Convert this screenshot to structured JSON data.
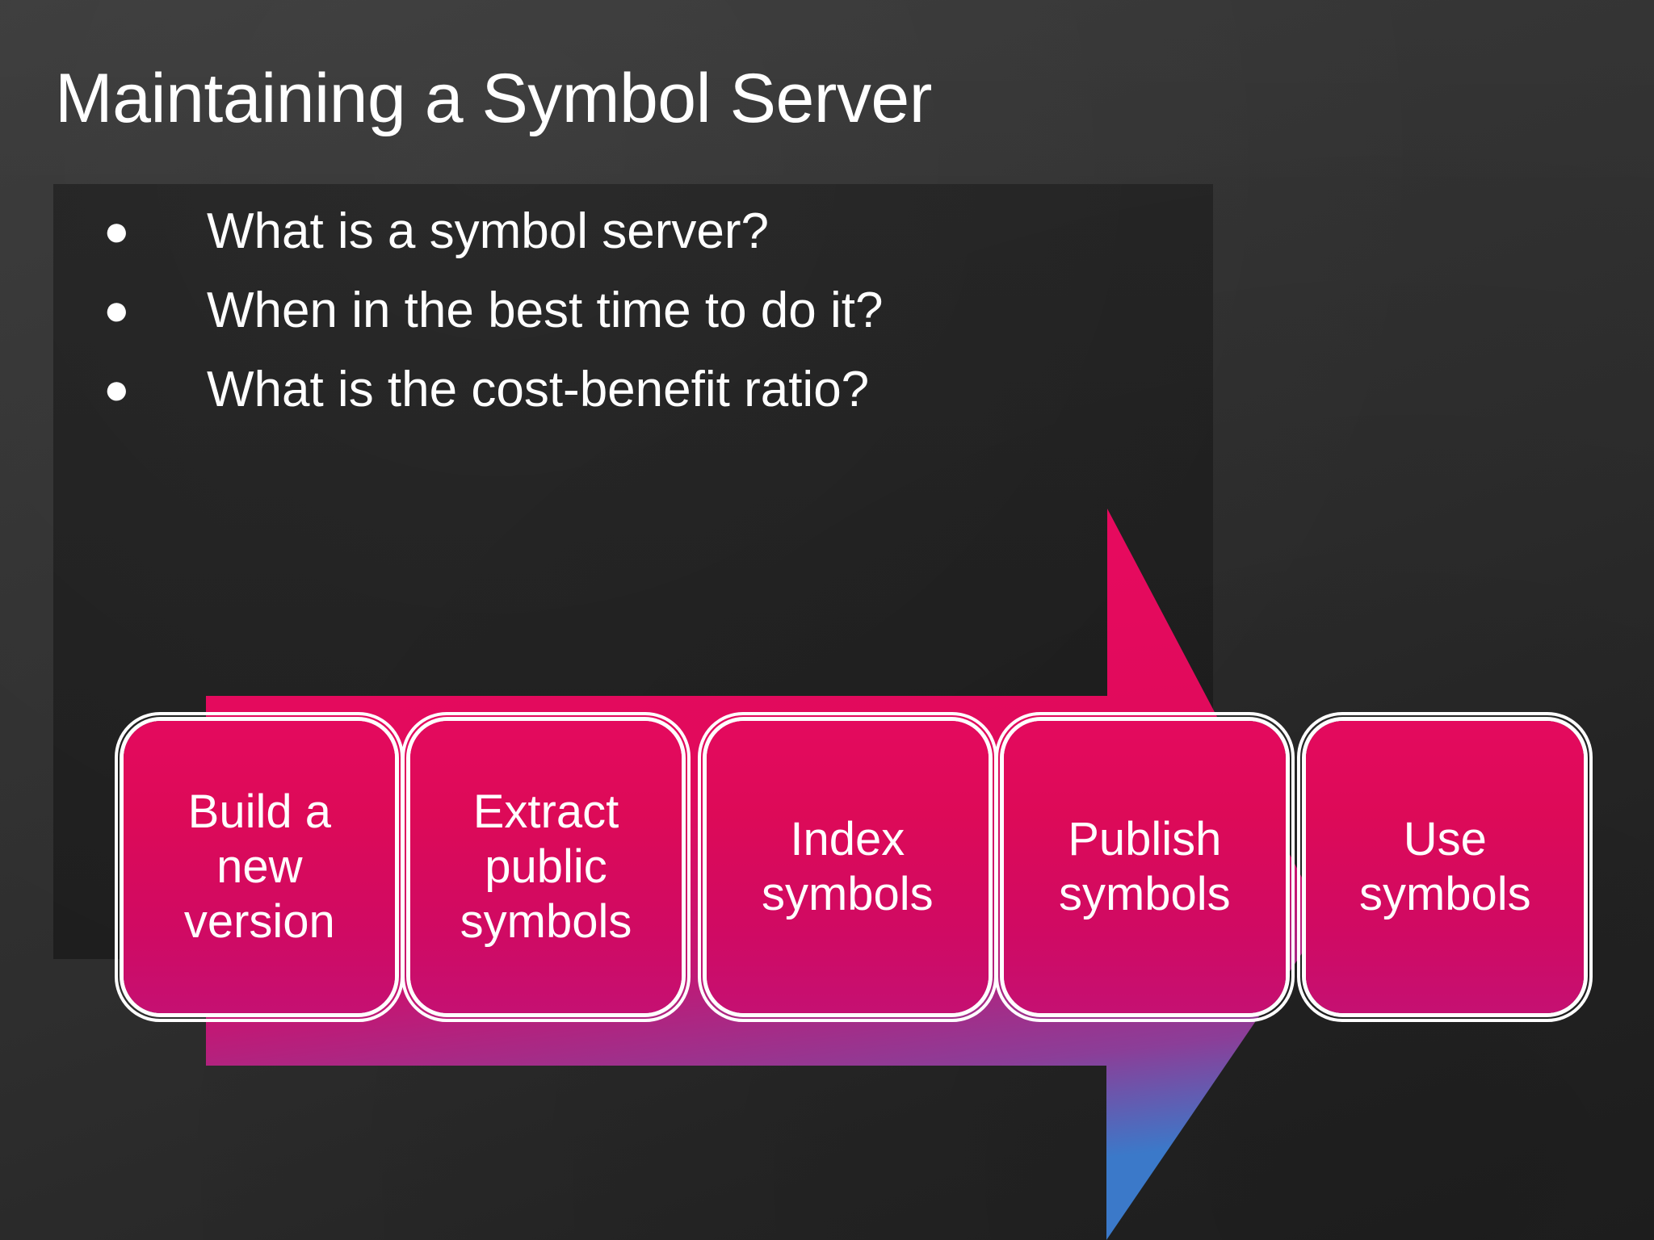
{
  "slide": {
    "title": "Maintaining a Symbol Server",
    "background_color": "#2b2b2b",
    "panel_color": "#222222",
    "accent_color": "#e00a5e",
    "accent_color_bottom": "#6b4396",
    "text_color": "#ffffff"
  },
  "bullets": [
    {
      "marker": "●",
      "text": "What is a symbol server?"
    },
    {
      "marker": "●",
      "text": "When in the best time to do it?"
    },
    {
      "marker": "●",
      "text": "What is the cost-benefit ratio?"
    }
  ],
  "process": {
    "shape": "right-arrow",
    "steps": [
      {
        "label": "Build a\nnew\nversion"
      },
      {
        "label": "Extract\npublic\nsymbols"
      },
      {
        "label": "Index\nsymbols"
      },
      {
        "label": "Publish\nsymbols"
      },
      {
        "label": "Use\nsymbols"
      }
    ]
  }
}
